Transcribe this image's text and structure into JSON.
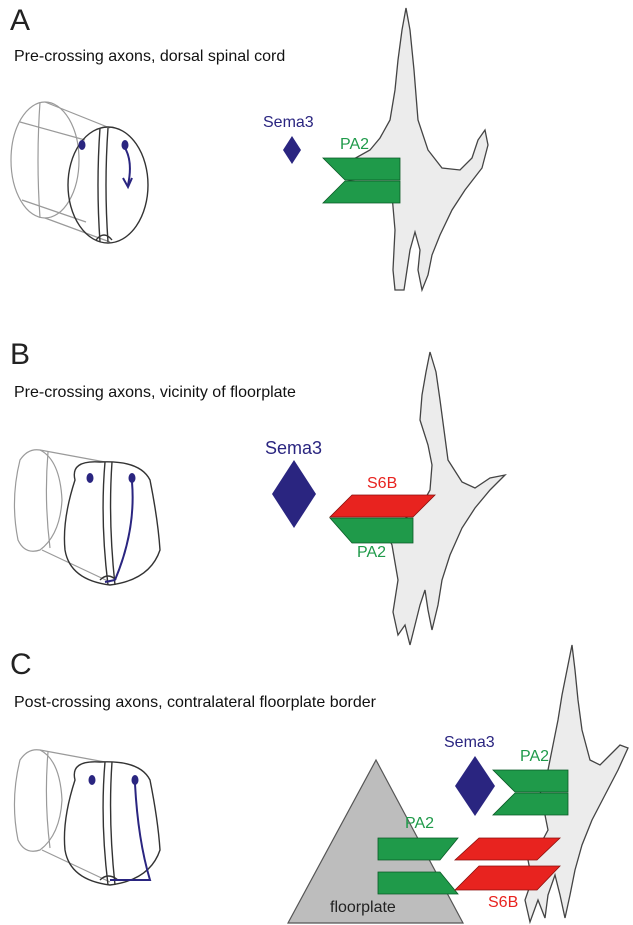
{
  "panels": [
    {
      "letter": "A",
      "caption": "Pre-crossing axons, dorsal spinal cord",
      "labels": {
        "sema": "Sema3",
        "pa2": "PA2"
      }
    },
    {
      "letter": "B",
      "caption": "Pre-crossing axons, vicinity of floorplate",
      "labels": {
        "sema": "Sema3",
        "s6b": "S6B",
        "pa2": "PA2"
      }
    },
    {
      "letter": "C",
      "caption": "Post-crossing axons, contralateral floorplate border",
      "labels": {
        "sema": "Sema3",
        "pa2_growth_cone": "PA2",
        "pa2_floorplate": "PA2",
        "s6b": "S6B",
        "floorplate": "floorplate"
      }
    }
  ],
  "colors": {
    "sema3": "#2a2580",
    "pa2": "#1f9a4a",
    "s6b": "#e8231f",
    "growth_cone_fill": "#ececec",
    "floorplate_fill": "#bdbdbd"
  }
}
